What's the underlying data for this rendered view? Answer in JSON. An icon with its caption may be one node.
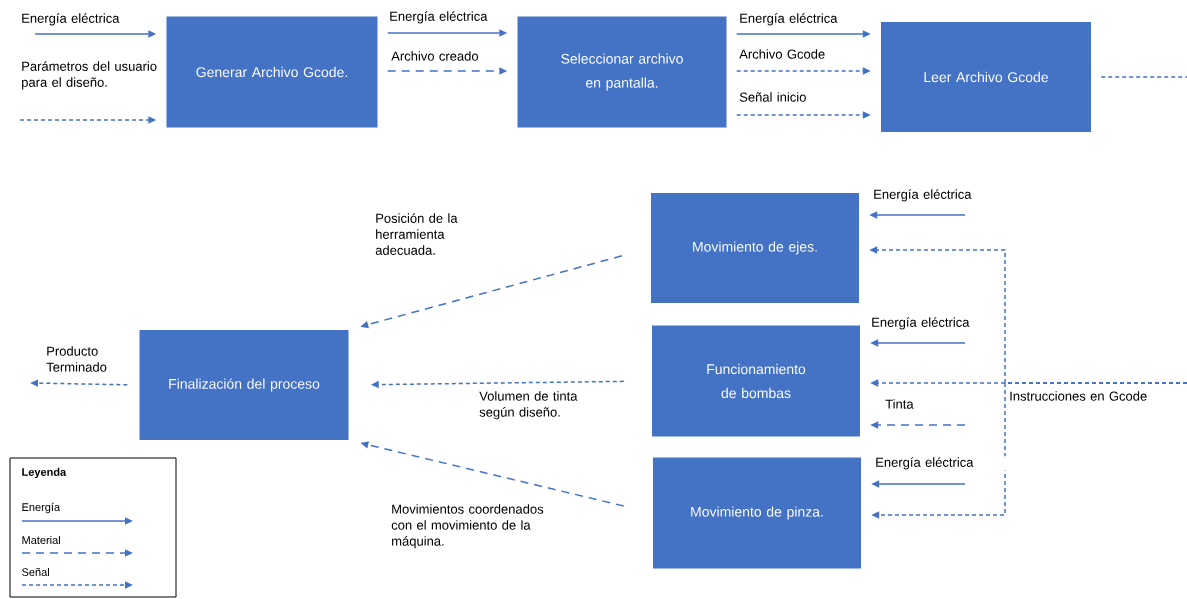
{
  "diagram": {
    "nodes": [
      {
        "text": [
          "Generar Archivo Gcode."
        ]
      },
      {
        "text": [
          "Seleccionar archivo en pantalla."
        ]
      },
      {
        "text": [
          "Leer Archivo Gcode"
        ]
      },
      {
        "text": [
          "Movimiento de ejes."
        ]
      },
      {
        "text": [
          "Funcionamiento de bombas"
        ]
      },
      {
        "text": [
          "Movimiento de pinza."
        ]
      },
      {
        "text": [
          "Finalización del proceso"
        ]
      }
    ],
    "edges": [
      {
        "from": null,
        "to": 0,
        "arrow": "to",
        "label": "Energía eléctrica"
      },
      {
        "from": null,
        "to": 0,
        "arrow": "to",
        "label": "Parámetros del usuario para el diseño.",
        "style": "dashed"
      },
      {
        "from": 0,
        "to": 1,
        "arrow": "to",
        "label": "Energía eléctrica"
      },
      {
        "from": 0,
        "to": 1,
        "arrow": "to",
        "label": "Archivo creado",
        "style": "dashed"
      },
      {
        "from": 1,
        "to": 2,
        "arrow": "to",
        "label": "Energía eléctrica"
      },
      {
        "from": 1,
        "to": 2,
        "arrow": "to",
        "label": "Archivo Gcode",
        "style": "dashed"
      },
      {
        "from": 1,
        "to": 2,
        "arrow": "to",
        "label": "Señal inicio",
        "style": "dashed"
      },
      {
        "from": 2,
        "to": null,
        "arrow": "none",
        "style": "dashed"
      },
      {
        "from": null,
        "to": 3,
        "arrow": "to",
        "style": "dashed"
      },
      {
        "from": null,
        "to": 4,
        "arrow": "to",
        "label": "Instrucciones en Gcode",
        "style": "dashed"
      },
      {
        "from": null,
        "to": 5,
        "arrow": "to",
        "style": "dashed"
      },
      {
        "from": null,
        "to": 3,
        "arrow": "to",
        "label": "Energía eléctrica"
      },
      {
        "from": null,
        "to": 4,
        "arrow": "to",
        "label": "Energía eléctrica"
      },
      {
        "from": null,
        "to": 4,
        "arrow": "to",
        "label": "Tinta",
        "style": "dashed"
      },
      {
        "from": null,
        "to": 5,
        "arrow": "to",
        "label": "Energía eléctrica"
      },
      {
        "from": 3,
        "to": 6,
        "arrow": "to",
        "label": "Posición de la herramienta adecuada.",
        "style": "dashed"
      },
      {
        "from": 4,
        "to": 6,
        "arrow": "to",
        "label": "Volumen de tinta según diseño.",
        "style": "dashed"
      },
      {
        "from": 5,
        "to": 6,
        "arrow": "to",
        "label": "Movimientos coordenados con el movimiento de la máquina.",
        "style": "dashed"
      },
      {
        "from": 6,
        "to": null,
        "arrow": "to",
        "label": "Producto Terminado",
        "style": "dashed"
      }
    ],
    "labels": [
      "Leyenda"
    ],
    "legend": [
      {
        "text": "Energía"
      },
      {
        "text": "Material"
      },
      {
        "text": "Señal"
      }
    ]
  }
}
